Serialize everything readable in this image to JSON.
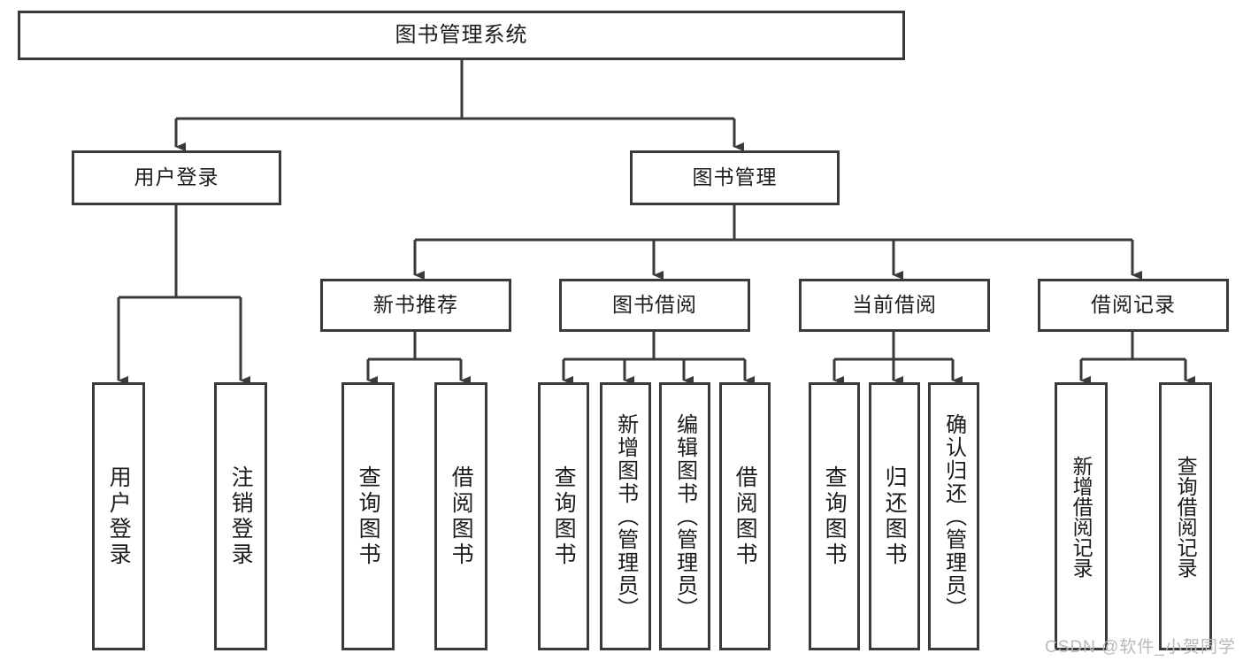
{
  "diagram": {
    "title": "图书管理系统",
    "root": {
      "label": "图书管理系统"
    },
    "level2": [
      {
        "label": "用户登录"
      },
      {
        "label": "图书管理"
      }
    ],
    "level3": [
      {
        "label": "新书推荐"
      },
      {
        "label": "图书借阅"
      },
      {
        "label": "当前借阅"
      },
      {
        "label": "借阅记录"
      }
    ],
    "leaves": {
      "user_login": [
        {
          "label": "用户登录"
        },
        {
          "label": "注销登录"
        }
      ],
      "new_book_recommend": [
        {
          "label": "查询图书"
        },
        {
          "label": "借阅图书"
        }
      ],
      "book_borrow": [
        {
          "label": "查询图书"
        },
        {
          "label": "新增图书（管理员）"
        },
        {
          "label": "编辑图书（管理员）"
        },
        {
          "label": "借阅图书"
        }
      ],
      "current_borrow": [
        {
          "label": "查询图书"
        },
        {
          "label": "归还图书"
        },
        {
          "label": "确认归还（管理员）"
        }
      ],
      "borrow_record": [
        {
          "label": "新增借阅记录"
        },
        {
          "label": "查询借阅记录"
        }
      ]
    }
  },
  "watermark": {
    "text": "CSDN @软件_小贺同学"
  },
  "colors": {
    "stroke": "#3a3a3a",
    "fill": "#ffffff",
    "text": "#1c1c1c",
    "watermark": "#b9b9b9"
  }
}
